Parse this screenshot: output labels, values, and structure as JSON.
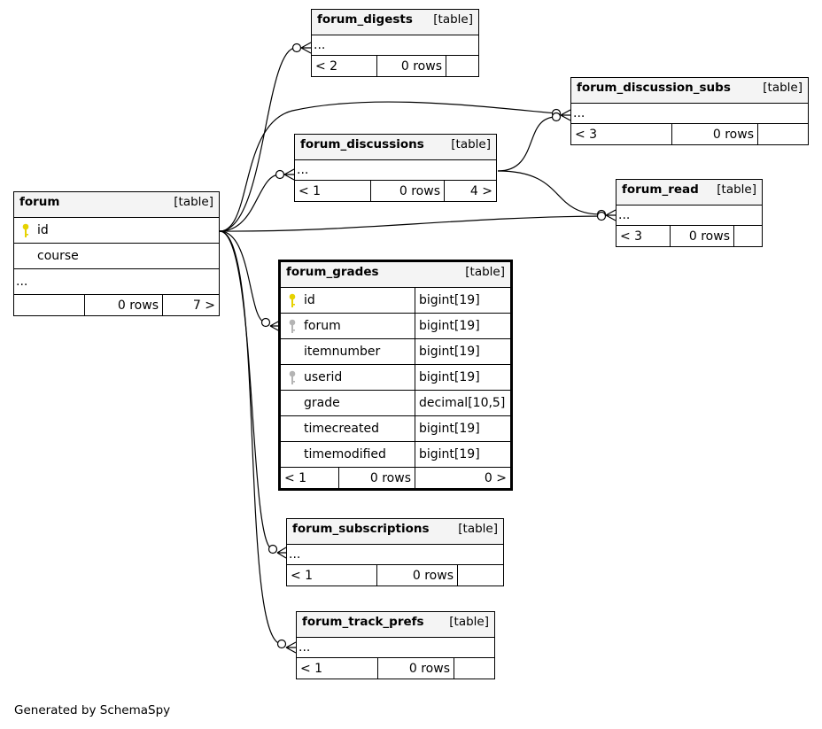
{
  "tables": {
    "forum": {
      "name": "forum",
      "kind": "[table]",
      "columns": [
        "id",
        "course"
      ],
      "ellipsis": "...",
      "footer": [
        "",
        "0 rows",
        "7 >"
      ]
    },
    "forum_digests": {
      "name": "forum_digests",
      "kind": "[table]",
      "ellipsis": "...",
      "footer": [
        "< 2",
        "0 rows",
        ""
      ]
    },
    "forum_discussion_subs": {
      "name": "forum_discussion_subs",
      "kind": "[table]",
      "ellipsis": "...",
      "footer": [
        "< 3",
        "0 rows",
        ""
      ]
    },
    "forum_discussions": {
      "name": "forum_discussions",
      "kind": "[table]",
      "ellipsis": "...",
      "footer": [
        "< 1",
        "0 rows",
        "4 >"
      ]
    },
    "forum_read": {
      "name": "forum_read",
      "kind": "[table]",
      "ellipsis": "...",
      "footer": [
        "< 3",
        "0 rows",
        ""
      ]
    },
    "forum_grades": {
      "name": "forum_grades",
      "kind": "[table]",
      "columns": [
        {
          "name": "id",
          "type": "bigint[19]",
          "key": "primary"
        },
        {
          "name": "forum",
          "type": "bigint[19]",
          "key": "foreign"
        },
        {
          "name": "itemnumber",
          "type": "bigint[19]",
          "key": ""
        },
        {
          "name": "userid",
          "type": "bigint[19]",
          "key": "foreign"
        },
        {
          "name": "grade",
          "type": "decimal[10,5]",
          "key": ""
        },
        {
          "name": "timecreated",
          "type": "bigint[19]",
          "key": ""
        },
        {
          "name": "timemodified",
          "type": "bigint[19]",
          "key": ""
        }
      ],
      "footer": [
        "< 1",
        "0 rows",
        "0 >"
      ]
    },
    "forum_subscriptions": {
      "name": "forum_subscriptions",
      "kind": "[table]",
      "ellipsis": "...",
      "footer": [
        "< 1",
        "0 rows",
        ""
      ]
    },
    "forum_track_prefs": {
      "name": "forum_track_prefs",
      "kind": "[table]",
      "ellipsis": "...",
      "footer": [
        "< 1",
        "0 rows",
        ""
      ]
    }
  },
  "generated_by": "Generated by SchemaSpy",
  "colors": {
    "primary_key": "#e6d200",
    "foreign_key": "#b4b4b4",
    "header_bg": "#f4f4f4"
  }
}
